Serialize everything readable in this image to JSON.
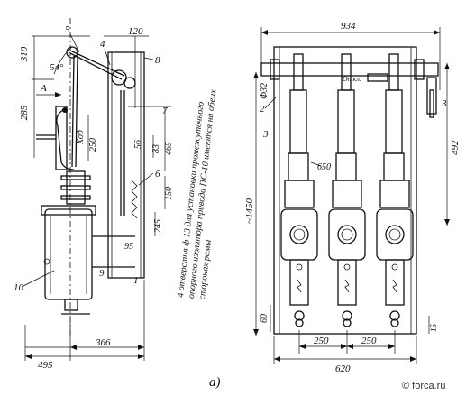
{
  "figure_label": "а)",
  "watermark": "© forca.ru",
  "left_view": {
    "dims": {
      "d120": "120",
      "d310": "310",
      "d285": "285",
      "d54": "54°",
      "d56": "56",
      "d83": "83",
      "d465": "465",
      "d150": "150",
      "d245": "245",
      "d95": "95",
      "d366": "366",
      "d495": "495",
      "hod_label": "Ход",
      "d250": "250"
    },
    "callouts": [
      "5",
      "4",
      "8",
      "7",
      "6",
      "9",
      "1",
      "10"
    ],
    "arrow_label": "А",
    "note_lines": [
      "4 отверстия ф 13 для установки промежуточного",
      "опорного изолятора привода ПС-10 имеются на обеих",
      "сторонах рамы"
    ]
  },
  "right_view": {
    "dims": {
      "d934": "934",
      "d32": "Ф32",
      "d492": "492",
      "d1450": "~1450",
      "d650": "650",
      "d60": "60",
      "d250a": "250",
      "d250b": "250",
      "d620": "620",
      "d15": "15"
    },
    "callouts": [
      "2",
      "3",
      "3"
    ],
    "label_otkl": "Откл."
  }
}
